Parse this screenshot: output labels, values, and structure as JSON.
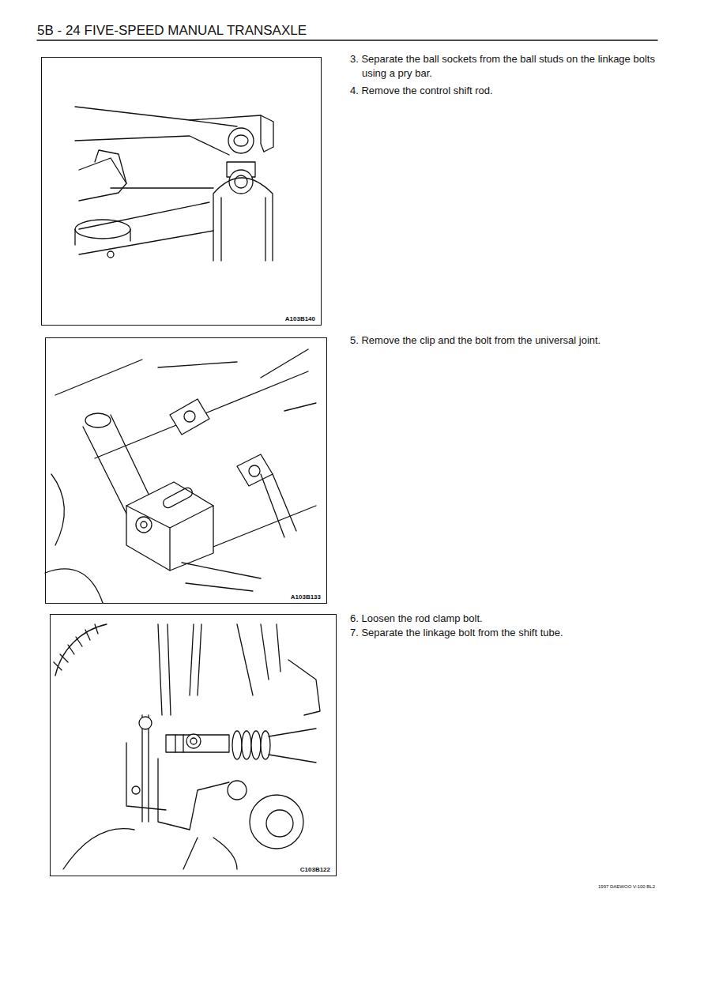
{
  "diagram": {
    "title": "5B - 24 FIVE-SPEED MANUAL TRANSAXLE",
    "nodes": [
      {
        "text": [
          "A103B140"
        ]
      },
      {
        "text": [
          "A103B133"
        ]
      },
      {
        "text": [
          "C103B122"
        ]
      }
    ],
    "edges": [],
    "labels": [
      "3. Separate the ball sockets from the ball studs on the linkage bolts using a pry bar.",
      "4. Remove the control shift rod.",
      "5. Remove the clip and the bolt from the universal joint.",
      "6. Loosen the rod clamp bolt.",
      "7. Separate the linkage bolt from the shift tube.",
      "1997 DAEWOO V-100 BL2"
    ]
  }
}
